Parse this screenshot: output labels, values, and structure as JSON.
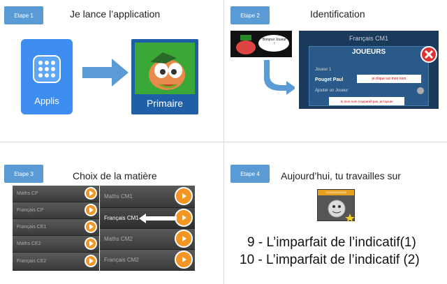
{
  "steps": [
    {
      "badge": "Etape 1",
      "title": "Je lance l’application"
    },
    {
      "badge": "Etape 2",
      "title": "Identification"
    },
    {
      "badge": "Etape 3",
      "title": "Choix de la matière"
    },
    {
      "badge": "Etape 4",
      "title": "Aujourd’hui, tu travailles sur"
    }
  ],
  "step1": {
    "applis_label": "Applis",
    "primaire_label": "Primaire",
    "applis_color": "#3d8ef0",
    "primaire_color": "#3aa836"
  },
  "step2": {
    "header": "Français CM1",
    "players_title": "JOUEURS",
    "joueur1": "Joueur 1",
    "player_name": "Pouget Paul",
    "add_player": "Ajouter un Joueur",
    "callout1": "je clique sur mon nom",
    "callout2": "Si mon nom n’apparaît pas, je l’ajoute",
    "bubble": "Bonjour Joueur !"
  },
  "step3": {
    "left_items": [
      "Maths CP",
      "Français CP",
      "Français CE1",
      "Maths CE2",
      "Français CE2"
    ],
    "right_items": [
      "Maths CM1",
      "Français CM1",
      "Maths CM2",
      "Français CM2"
    ]
  },
  "step4": {
    "card_header": "CONJUGAISON",
    "lesson1": "9 - L’imparfait de l’indicatif(1)",
    "lesson2": "10 - L’imparfait de l’indicatif (2)"
  }
}
